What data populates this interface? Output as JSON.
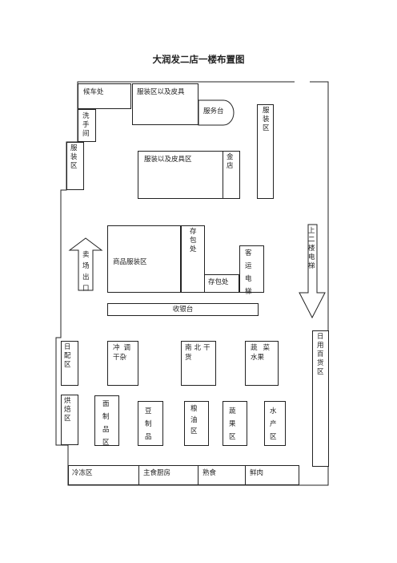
{
  "title": "大润发二店一楼布置图",
  "zones": {
    "wait_car": "候车处",
    "clothing_leather_top": "服装区以及皮具",
    "service_desk": "服务台",
    "clothing_right": "服装区",
    "washroom": "洗手间",
    "clothing_left": "服装区",
    "clothing_leather_mid": "服装以及皮具区",
    "gold_store": "金店",
    "mall_exit": "卖场出口",
    "goods_clothing": "商品服装区",
    "bag_storage_top": "存包处",
    "bag_storage_bottom": "存包处",
    "passenger_elevator": "客运电梯",
    "to_second_floor": "上二楼电梯",
    "checkout": "收银台",
    "daily_goods_left": "日配区",
    "grocery": "冲调干杂",
    "dry_goods": "南北干货",
    "veg_fruit_top": "蔬菜水果",
    "daily_goods_right": "日用百货区",
    "bakery": "烘焙区",
    "noodles": "面制品区",
    "tofu": "豆制品",
    "grain_oil": "粮油区",
    "veg_fruit_bottom": "蔬果区",
    "seafood": "水产区",
    "frozen": "冷冻区",
    "staple_kitchen": "主食厨房",
    "deli": "熟食",
    "fresh_meat": "鲜肉"
  }
}
